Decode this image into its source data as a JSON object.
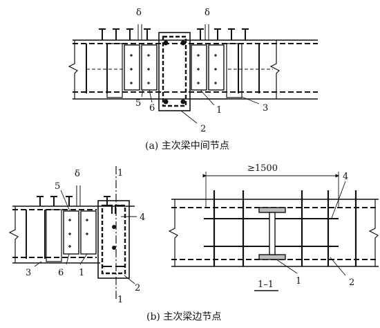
{
  "figure_a": {
    "caption": "(a) 主次梁中间节点",
    "delta_left": "δ",
    "delta_right": "δ",
    "labels": {
      "n1": "1",
      "n2": "2",
      "n3": "3",
      "n5": "5",
      "n6": "6"
    }
  },
  "figure_b": {
    "caption": "(b) 主次梁边节点",
    "delta": "δ",
    "section_top": "1",
    "section_bottom": "1",
    "labels": {
      "n1": "1",
      "n2": "2",
      "n3": "3",
      "n4": "4",
      "n5": "5",
      "n6": "6"
    }
  },
  "section_view": {
    "dimension": "≥1500",
    "title": "1–1",
    "labels": {
      "n1": "1",
      "n2": "2",
      "n4": "4"
    }
  },
  "colors": {
    "line": "#111111",
    "background": "#ffffff"
  }
}
